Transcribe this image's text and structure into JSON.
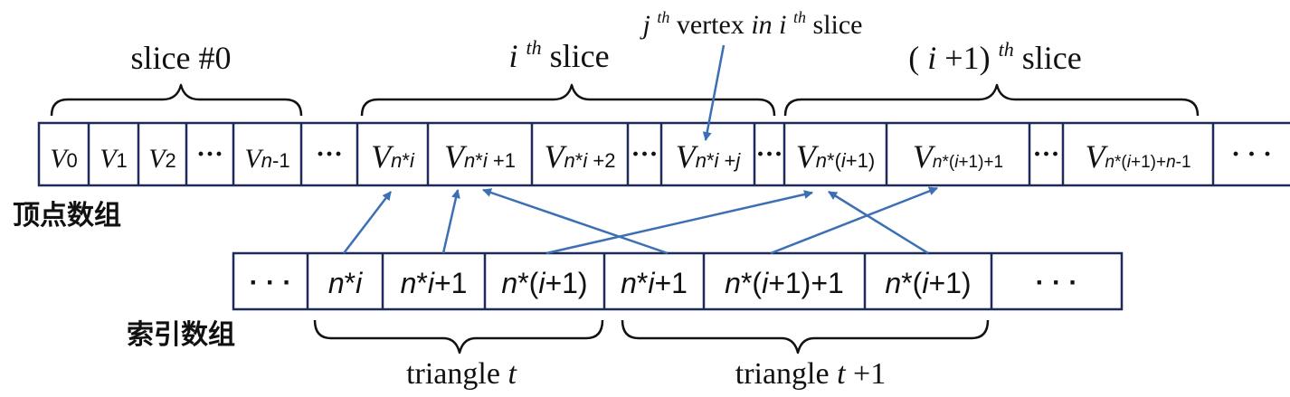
{
  "colors": {
    "cell_border": "#1f2a5a",
    "arrow": "#3c6fb4",
    "text": "#111111",
    "background": "#ffffff"
  },
  "labels": {
    "vertex_array": "顶点数组",
    "index_array": "索引数组"
  },
  "slices": {
    "slice0": {
      "main": "slice #0"
    },
    "slice_i": {
      "var": "i",
      "sup": "th",
      "rest": " slice"
    },
    "slice_i1": {
      "open": "(",
      "var": "i",
      "plus": "+1)",
      "sup": "th",
      "rest": " slice"
    }
  },
  "annotation": {
    "j": "j",
    "sup1": "th",
    "mid1": "vertex ",
    "in": "in ",
    "i": "i",
    "sup2": "th",
    "end": " slice"
  },
  "vertex_cells": [
    {
      "id": "v0",
      "main": "V",
      "sub": "0"
    },
    {
      "id": "v1",
      "main": "V",
      "sub": "1"
    },
    {
      "id": "v2",
      "main": "V",
      "sub": "2"
    },
    {
      "id": "dots1",
      "main": "···",
      "sub": ""
    },
    {
      "id": "vn1",
      "main": "V",
      "sub": "n-1"
    },
    {
      "id": "dots2",
      "main": "···",
      "sub": ""
    },
    {
      "id": "vni",
      "main": "V",
      "sub": "n*i"
    },
    {
      "id": "vni1",
      "main": "V",
      "sub": "n*i +1"
    },
    {
      "id": "vni2",
      "main": "V",
      "sub": "n*i +2"
    },
    {
      "id": "dots3",
      "main": "···",
      "sub": ""
    },
    {
      "id": "vnij",
      "main": "V",
      "sub": "n*i +j"
    },
    {
      "id": "dots4",
      "main": "···",
      "sub": ""
    },
    {
      "id": "vni_1",
      "main": "V",
      "sub": "n*(i+1)"
    },
    {
      "id": "vni_11",
      "main": "V",
      "sub": "n*(i+1)+1"
    },
    {
      "id": "dots5",
      "main": "···",
      "sub": ""
    },
    {
      "id": "vni_1n",
      "main": "V",
      "sub": "n*(i+1)+n-1"
    },
    {
      "id": "dots6",
      "main": "· · ·",
      "sub": ""
    }
  ],
  "index_cells": [
    {
      "id": "idots1",
      "text": "· · ·"
    },
    {
      "id": "i1",
      "text": "n*i"
    },
    {
      "id": "i2",
      "text": "n*i+1"
    },
    {
      "id": "i3",
      "text": "n*(i+1)"
    },
    {
      "id": "i4",
      "text": "n*i+1"
    },
    {
      "id": "i5",
      "text": "n*(i+1)+1"
    },
    {
      "id": "i6",
      "text": "n*(i+1)"
    },
    {
      "id": "idots2",
      "text": "· · ·"
    }
  ],
  "triangles": {
    "t": {
      "word": "triangle ",
      "var": "t",
      "rest": ""
    },
    "t1": {
      "word": "triangle ",
      "var": "t",
      "rest": "+1"
    }
  }
}
